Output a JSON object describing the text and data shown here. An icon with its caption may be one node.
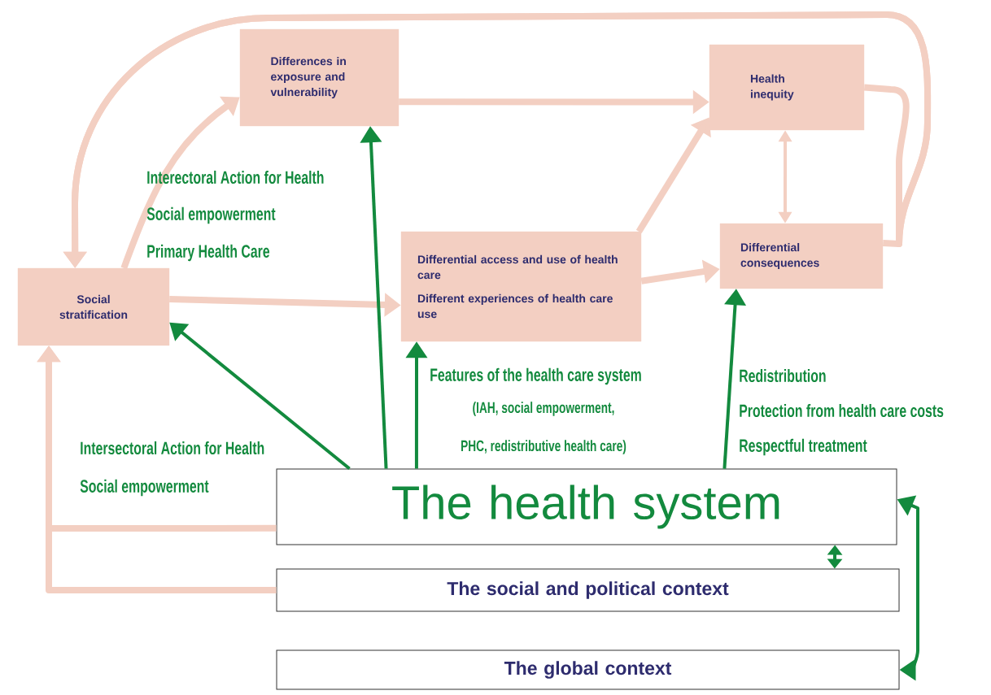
{
  "diagram": {
    "nodes": [
      {
        "text": [
          "Differences in exposure and vulnerability"
        ]
      },
      {
        "text": [
          "Health inequity"
        ]
      },
      {
        "text": [
          "Social stratification"
        ]
      },
      {
        "text": [
          "Differential access and use of health care",
          "Different experiences of health care use"
        ]
      },
      {
        "text": [
          "Differential consequences"
        ]
      },
      {
        "text": [
          "The health system"
        ]
      },
      {
        "text": [
          "The social and political context"
        ]
      },
      {
        "text": [
          "The global context"
        ]
      }
    ],
    "edges": [
      {
        "from": 2,
        "to": 0,
        "arrow": "to"
      },
      {
        "from": 0,
        "to": 1,
        "arrow": "to"
      },
      {
        "from": 2,
        "to": 3,
        "arrow": "to"
      },
      {
        "from": 3,
        "to": 1,
        "arrow": "to"
      },
      {
        "from": 3,
        "to": 4,
        "arrow": "to"
      },
      {
        "from": 1,
        "to": 4,
        "arrow": "both"
      },
      {
        "from": 4,
        "to": 2,
        "arrow": "to"
      },
      {
        "from": 1,
        "to": 2,
        "arrow": "to"
      },
      {
        "from": 5,
        "to": 2,
        "arrow": "to"
      },
      {
        "from": 6,
        "to": 2,
        "arrow": "to"
      },
      {
        "from": 5,
        "to": 2,
        "arrow": "to",
        "color": "#138a3e"
      },
      {
        "from": 5,
        "to": 0,
        "arrow": "to",
        "color": "#138a3e"
      },
      {
        "from": 5,
        "to": 3,
        "arrow": "to",
        "color": "#138a3e"
      },
      {
        "from": 5,
        "to": 4,
        "arrow": "to",
        "color": "#138a3e"
      },
      {
        "from": 5,
        "to": 6,
        "arrow": "both",
        "color": "#138a3e"
      },
      {
        "from": 5,
        "to": 7,
        "arrow": "both",
        "color": "#138a3e"
      }
    ],
    "labels": [
      "Interectoral Action for Health",
      "Social empowerment",
      "Primary Health Care",
      "Features of the health care system",
      "(IAH, social empowerment,",
      "PHC, redistributive health care)",
      "Redistribution",
      "Protection from health care costs",
      "Respectful treatment",
      "Intersectoral Action for Health",
      "Social empowerment"
    ]
  }
}
